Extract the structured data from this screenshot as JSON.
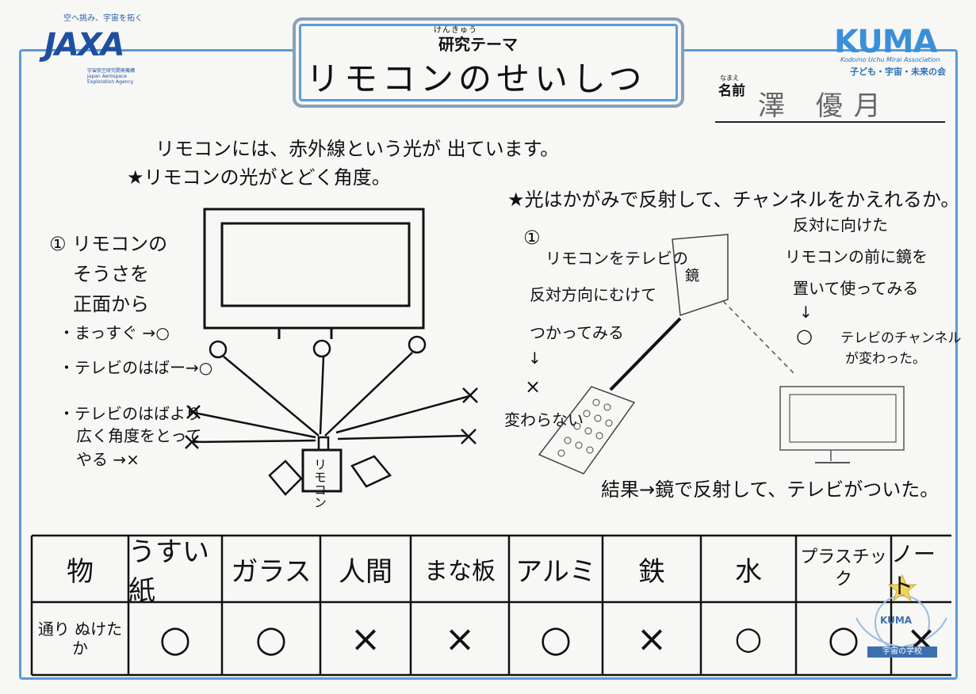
{
  "header": {
    "jaxa_tagline": "空へ挑み、宇宙を拓く",
    "jaxa_logo": "JAXA",
    "jaxa_org": "宇宙航空研究開発機構 Japan Aerospace Exploration Agency",
    "kuma_logo": "KUMA",
    "kuma_english": "Kodomo Uchu Mirai Association",
    "kuma_org": "子ども・宇宙・未来の会"
  },
  "theme": {
    "ruby": "けんきゅう",
    "label": "研究テーマ",
    "value": "リモコンのせいしつ"
  },
  "name": {
    "ruby": "なまえ",
    "label": "名前",
    "value": "澤 優月"
  },
  "intro": {
    "line1": "リモコンには、赤外線という光が 出ています。",
    "line2": "★リモコンの光がとどく角度。"
  },
  "left_experiment": {
    "heading_1": "① リモコンの",
    "heading_2": "そうさを",
    "heading_3": "正面から",
    "item1": "・まっすぐ →○",
    "item2": "・テレビのはばー→○",
    "item3_1": "・テレビのはばより",
    "item3_2": "広く角度をとって",
    "item3_3": "やる →×",
    "remote_label": "リモコン"
  },
  "right_experiment": {
    "question": "★光はかがみで反射して、チャンネルをかえれるか。",
    "step1_num": "①",
    "step1_line1": "リモコンをテレビの",
    "step1_line2": "反対方向にむけて",
    "step1_line3": "つかってみる",
    "step1_arrow": "↓",
    "step1_mark": "×",
    "step1_result": "変わらない",
    "step2_line1": "反対に向けた",
    "step2_line2": "リモコンの前に鏡を",
    "step2_line3": "置いて使ってみる",
    "step2_arrow": "↓",
    "step2_mark": "○",
    "step2_result1": "テレビのチャンネル",
    "step2_result2": "が変わった。",
    "mirror_label": "鏡",
    "conclusion": "結果→鏡で反射して、テレビがついた。"
  },
  "table": {
    "row_header_1": "物",
    "row_header_2": "通り ぬけたか",
    "items": [
      {
        "name": "うすい紙",
        "result": "○"
      },
      {
        "name": "ガラス",
        "result": "○"
      },
      {
        "name": "人間",
        "result": "×"
      },
      {
        "name": "まな板",
        "result": "×"
      },
      {
        "name": "アルミ",
        "result": "○"
      },
      {
        "name": "鉄",
        "result": "×"
      },
      {
        "name": "水",
        "result": "○"
      },
      {
        "name": "プラスチック",
        "result": "○"
      },
      {
        "name": "ノート",
        "result": "×"
      }
    ]
  },
  "stamp": {
    "label": "宇宙の学校",
    "logo": "KUMA"
  }
}
